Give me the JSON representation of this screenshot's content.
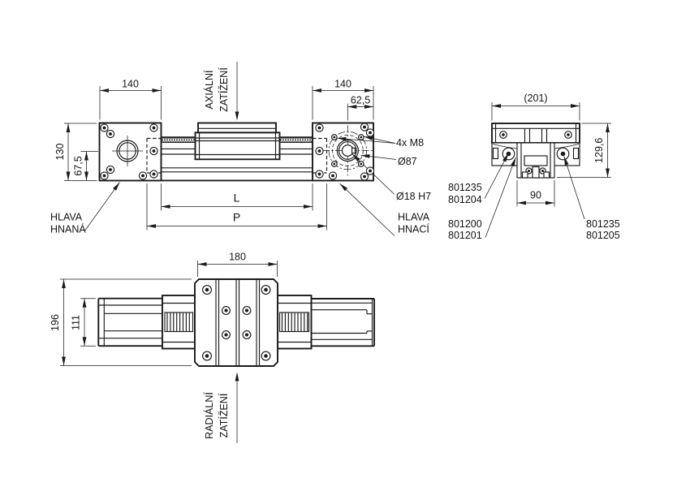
{
  "page": {
    "background": "#ffffff",
    "line_color": "#1a1a1a"
  },
  "front_view": {
    "dims": {
      "left_head_width": "140",
      "right_head_width": "140",
      "shaft_offset": "62,5",
      "head_height": "130",
      "axis_height": "67,5",
      "stroke_length": "L",
      "profile_length": "P"
    },
    "labels": {
      "axial_word1": "AXIÁLNÍ",
      "axial_word2": "ZATÍŽENÍ",
      "driven_head_word1": "HLAVA",
      "driven_head_word2": "HNANÁ",
      "drive_head_word1": "HLAVA",
      "drive_head_word2": "HNACÍ",
      "flange_screws": "4x M8",
      "bolt_circle_dia": "Ø87",
      "shaft_bore": "Ø18 H7"
    }
  },
  "side_view": {
    "dims": {
      "overall_width": "(201)",
      "overall_height": "129,6",
      "base_width": "90"
    },
    "part_numbers": {
      "left_upper1": "801235",
      "left_upper2": "801204",
      "left_lower1": "801200",
      "left_lower2": "801201",
      "right1": "801235",
      "right2": "801205"
    }
  },
  "plan_view": {
    "dims": {
      "plate_width": "180",
      "plate_length": "196",
      "profile_width": "111"
    },
    "labels": {
      "radial_word1": "RADIÁLNÍ",
      "radial_word2": "ZATÍŽENÍ"
    }
  }
}
